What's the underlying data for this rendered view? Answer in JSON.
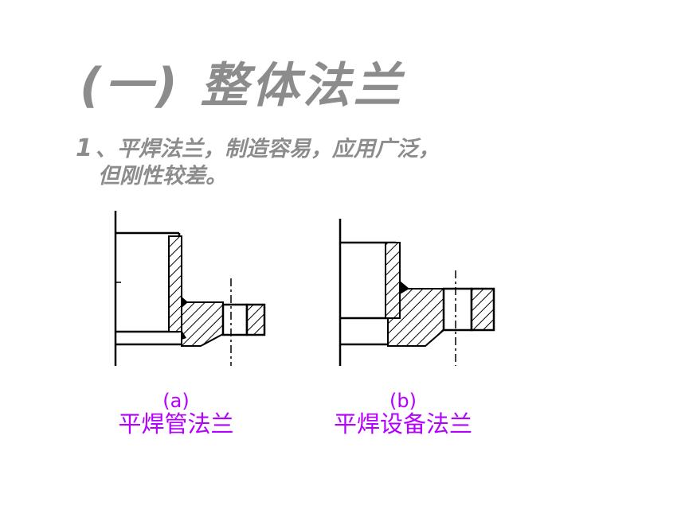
{
  "slide": {
    "title": "(一) 整体法兰",
    "point": {
      "number": "1",
      "line1": "、平焊法兰，制造容易，应用广泛，",
      "line2": "但刚性较差。"
    },
    "figures": [
      {
        "tag": "(a)",
        "caption": "平焊管法兰"
      },
      {
        "tag": "(b)",
        "caption": "平焊设备法兰"
      }
    ]
  },
  "colors": {
    "title_text": "#8c8c8c",
    "caption_text": "#b400ff",
    "line_art": "#000000"
  }
}
